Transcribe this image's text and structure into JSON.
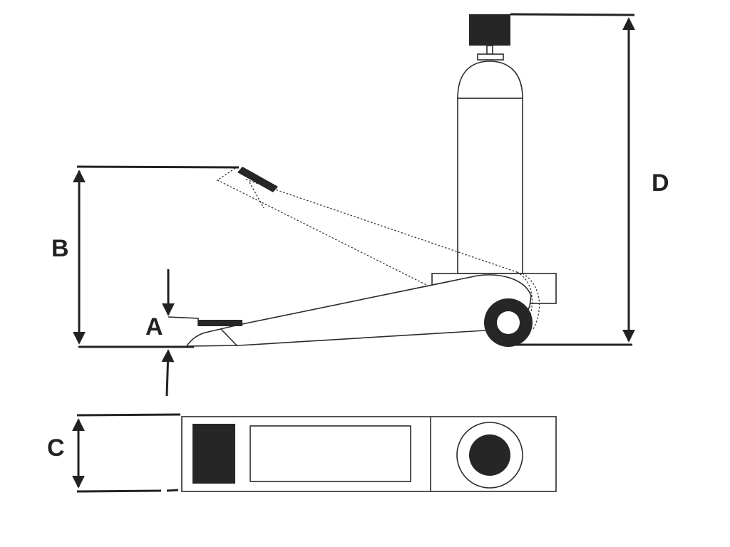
{
  "labels": {
    "a": "A",
    "b": "B",
    "c": "C",
    "d": "D"
  },
  "colors": {
    "ink": "#262626",
    "background": "#ffffff"
  }
}
